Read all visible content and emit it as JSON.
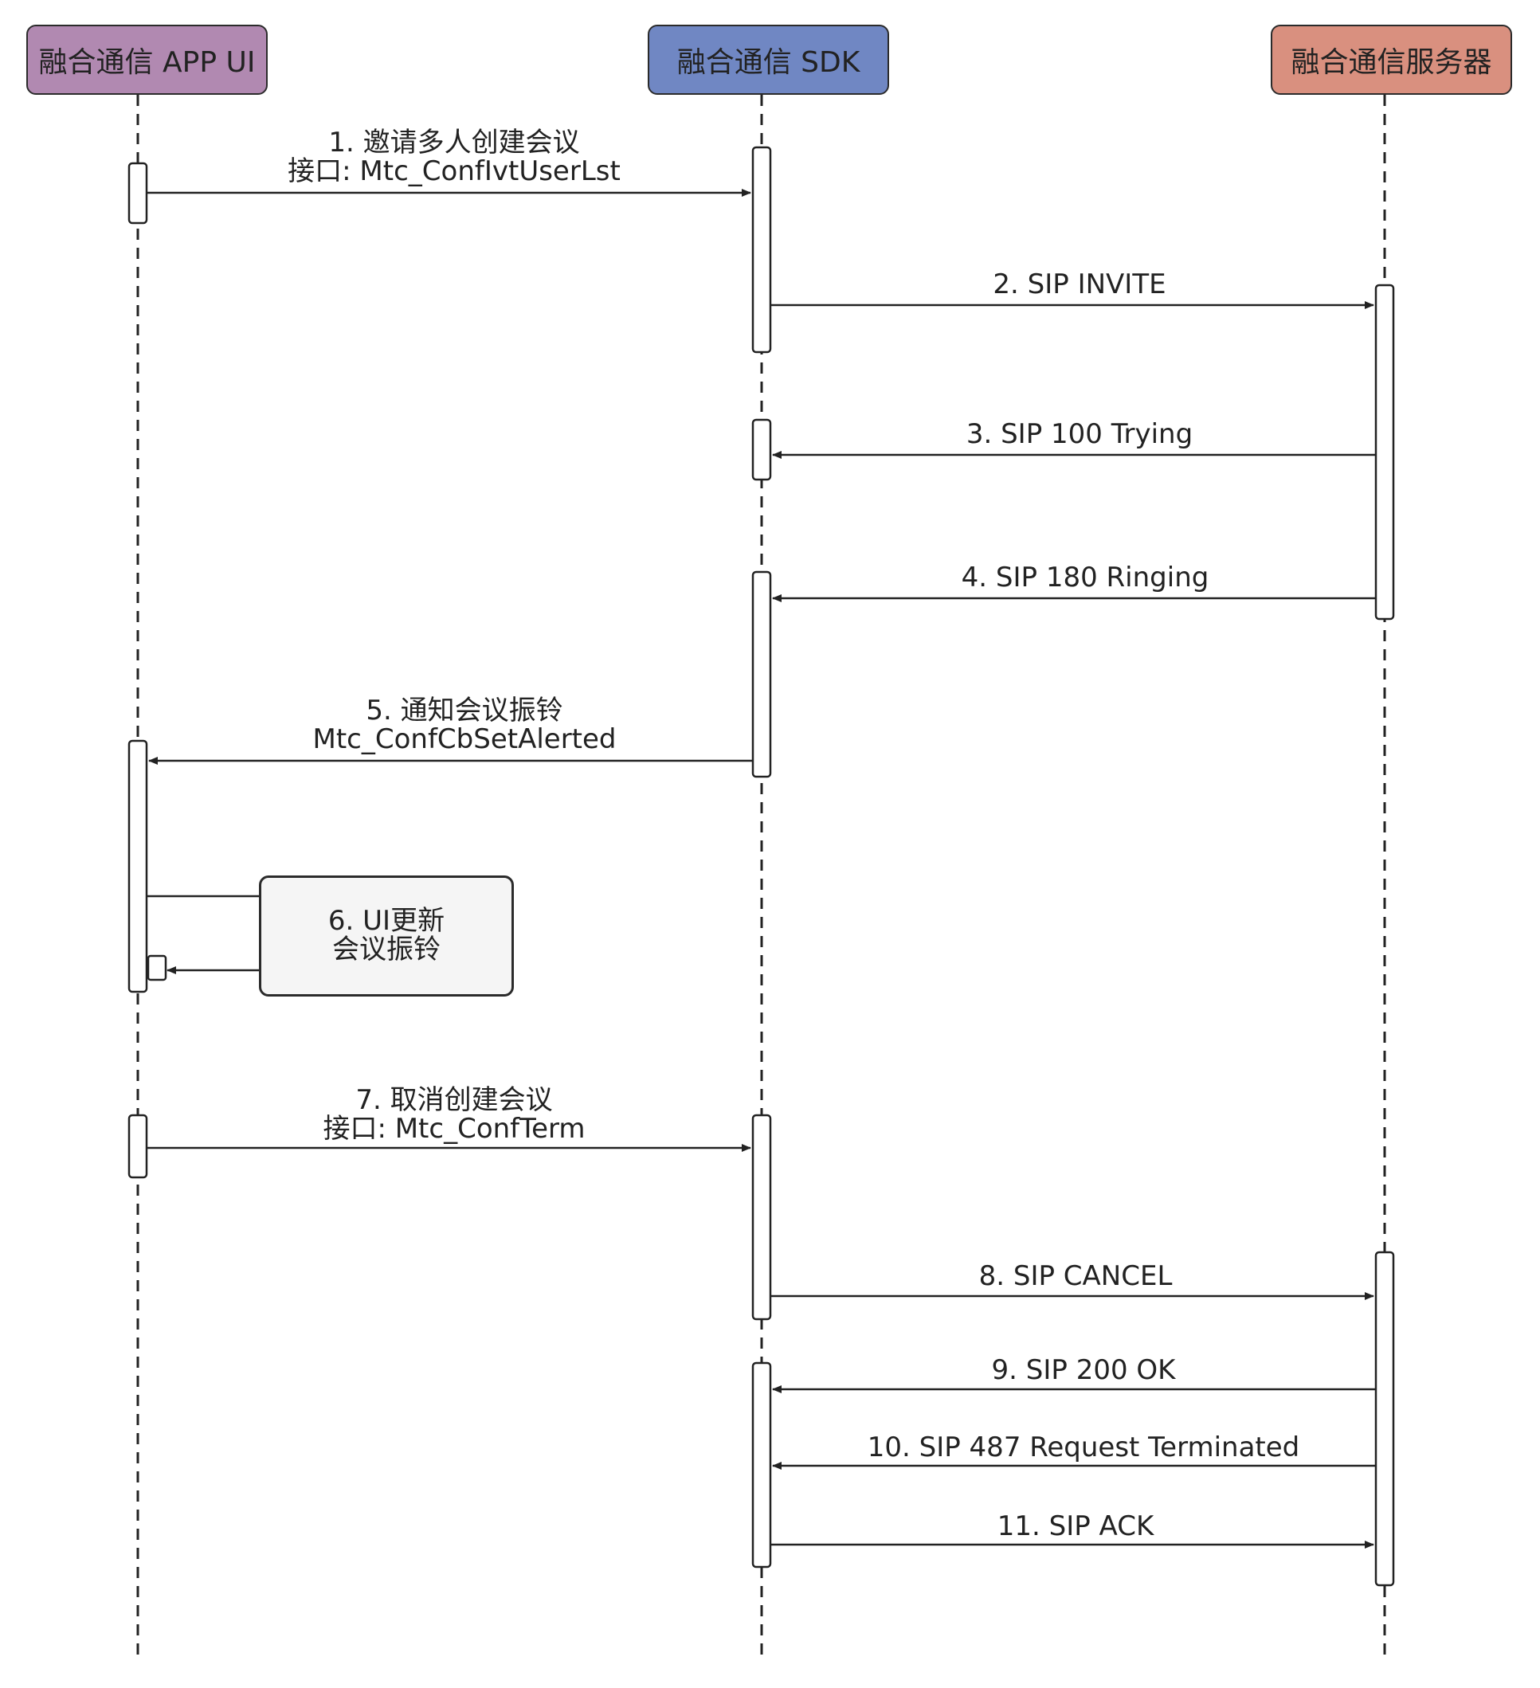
{
  "participants": [
    {
      "id": "ui",
      "label": "融合通信 APP UI",
      "color": "#b189b1"
    },
    {
      "id": "sdk",
      "label": "融合通信 SDK",
      "color": "#7087c3"
    },
    {
      "id": "server",
      "label": "融合通信服务器",
      "color": "#d9907f"
    }
  ],
  "messages": [
    {
      "from": "ui",
      "to": "sdk",
      "lines": [
        "1. 邀请多人创建会议",
        "接口: Mtc_ConfIvtUserLst"
      ]
    },
    {
      "from": "sdk",
      "to": "server",
      "lines": [
        "2. SIP INVITE"
      ]
    },
    {
      "from": "server",
      "to": "sdk",
      "lines": [
        "3. SIP 100 Trying"
      ]
    },
    {
      "from": "server",
      "to": "sdk",
      "lines": [
        "4. SIP 180 Ringing"
      ]
    },
    {
      "from": "sdk",
      "to": "ui",
      "lines": [
        "5. 通知会议振铃",
        "Mtc_ConfCbSetAlerted"
      ]
    },
    {
      "from": "ui",
      "to": "sdk",
      "lines": [
        "7. 取消创建会议",
        "接口: Mtc_ConfTerm"
      ]
    },
    {
      "from": "sdk",
      "to": "server",
      "lines": [
        "8. SIP CANCEL"
      ]
    },
    {
      "from": "server",
      "to": "sdk",
      "lines": [
        "9. SIP 200 OK"
      ]
    },
    {
      "from": "server",
      "to": "sdk",
      "lines": [
        "10. SIP 487 Request Terminated"
      ]
    },
    {
      "from": "sdk",
      "to": "server",
      "lines": [
        "11. SIP ACK"
      ]
    }
  ],
  "self_note": {
    "participant": "ui",
    "lines": [
      "6. UI更新",
      "会议振铃"
    ]
  }
}
